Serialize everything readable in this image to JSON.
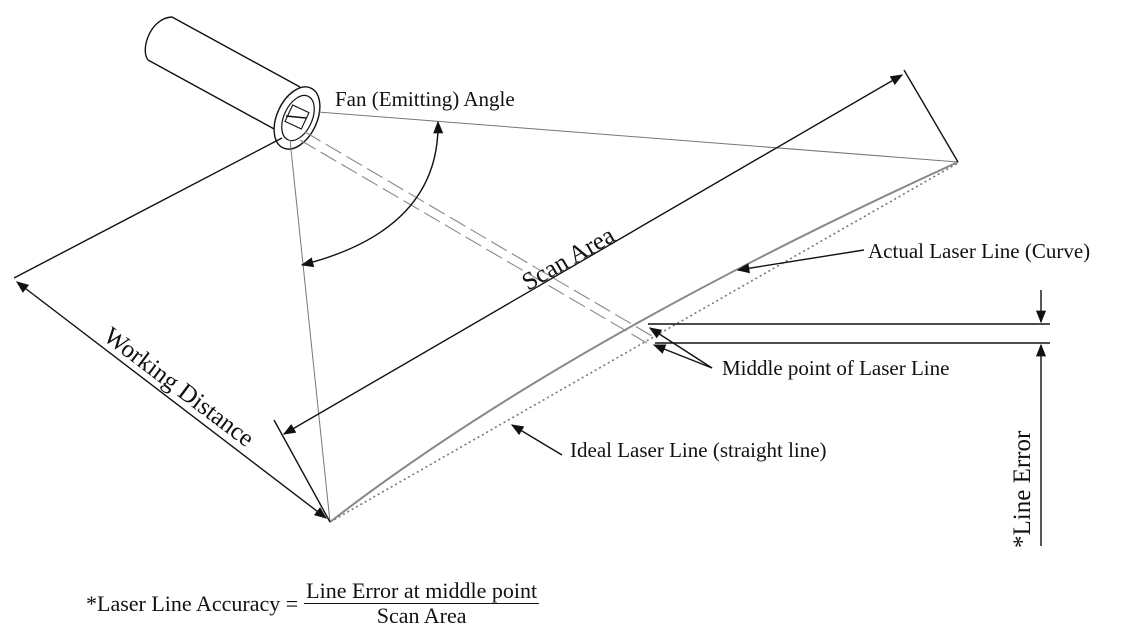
{
  "labels": {
    "fan_angle": "Fan (Emitting) Angle",
    "scan_area": "Scan Area",
    "working_distance": "Working Distance",
    "actual_line": "Actual Laser Line (Curve)",
    "middle_point": "Middle point of Laser Line",
    "ideal_line": "Ideal Laser Line (straight line)",
    "line_error": "*Line Error"
  },
  "formula": {
    "lhs": "*Laser Line Accuracy =",
    "numerator": "Line Error at middle point",
    "denominator": "Scan Area"
  }
}
